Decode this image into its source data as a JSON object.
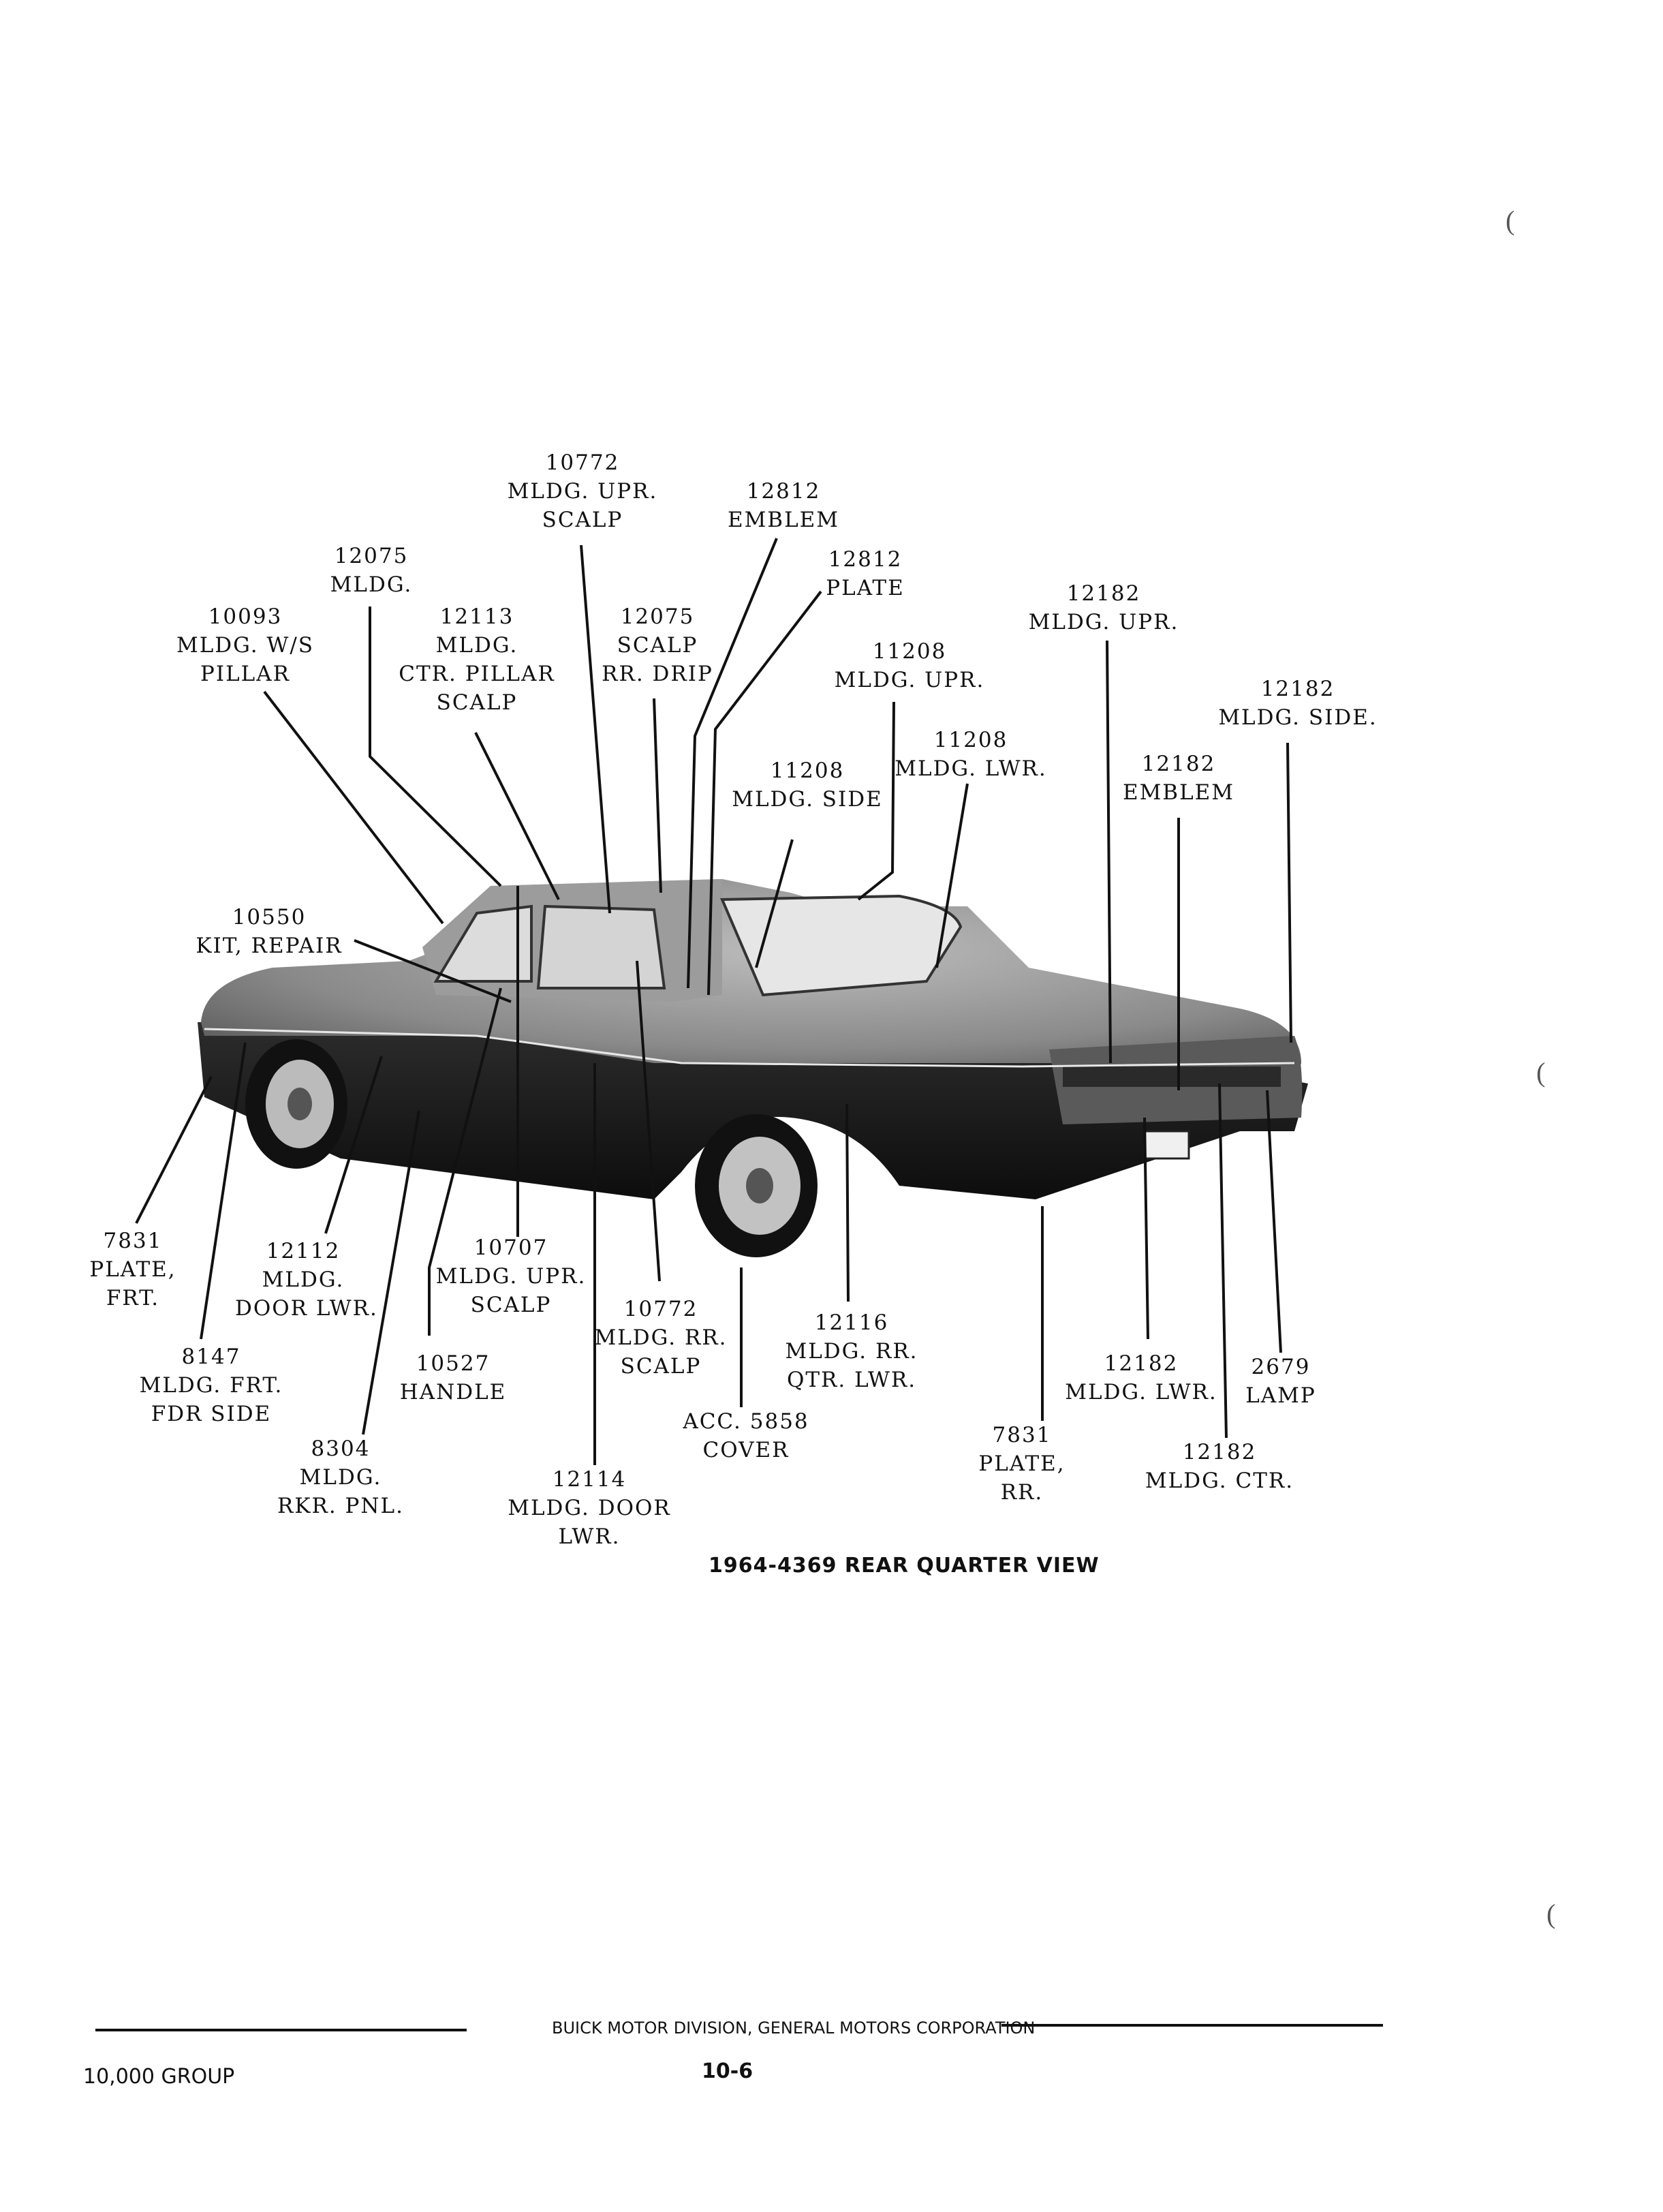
{
  "figure": {
    "caption": "1964-4369 REAR QUARTER VIEW",
    "callouts": [
      {
        "id": "c10772a",
        "lines": [
          "10772",
          "MLDG. UPR.",
          "SCALP"
        ]
      },
      {
        "id": "c12812e",
        "lines": [
          "12812",
          "EMBLEM"
        ]
      },
      {
        "id": "c12075m",
        "lines": [
          "12075",
          "MLDG."
        ]
      },
      {
        "id": "c12812p",
        "lines": [
          "12812",
          "PLATE"
        ]
      },
      {
        "id": "c10093",
        "lines": [
          "10093",
          "MLDG. W/S",
          "PILLAR"
        ]
      },
      {
        "id": "c12113",
        "lines": [
          "12113",
          "MLDG.",
          "CTR. PILLAR",
          "SCALP"
        ]
      },
      {
        "id": "c12075s",
        "lines": [
          "12075",
          "SCALP",
          "RR. DRIP"
        ]
      },
      {
        "id": "c12182u",
        "lines": [
          "12182",
          "MLDG. UPR."
        ]
      },
      {
        "id": "c11208u",
        "lines": [
          "11208",
          "MLDG. UPR."
        ]
      },
      {
        "id": "c12182s",
        "lines": [
          "12182",
          "MLDG. SIDE."
        ]
      },
      {
        "id": "c11208l",
        "lines": [
          "11208",
          "MLDG. LWR."
        ]
      },
      {
        "id": "c11208s",
        "lines": [
          "11208",
          "MLDG. SIDE"
        ]
      },
      {
        "id": "c12182e",
        "lines": [
          "12182",
          "EMBLEM"
        ]
      },
      {
        "id": "c10550",
        "lines": [
          "10550",
          "KIT, REPAIR"
        ]
      },
      {
        "id": "c7831f",
        "lines": [
          "7831",
          "PLATE,",
          "FRT."
        ]
      },
      {
        "id": "c12112",
        "lines": [
          "12112",
          "MLDG.",
          "DOOR LWR."
        ]
      },
      {
        "id": "c10707",
        "lines": [
          "10707",
          "MLDG. UPR.",
          "SCALP"
        ]
      },
      {
        "id": "c10772r",
        "lines": [
          "10772",
          "MLDG. RR.",
          "SCALP"
        ]
      },
      {
        "id": "c12116",
        "lines": [
          "12116",
          "MLDG. RR.",
          "QTR. LWR."
        ]
      },
      {
        "id": "c8147",
        "lines": [
          "8147",
          "MLDG. FRT.",
          "FDR SIDE"
        ]
      },
      {
        "id": "c10527",
        "lines": [
          "10527",
          "HANDLE"
        ]
      },
      {
        "id": "c12182l",
        "lines": [
          "12182",
          "MLDG. LWR."
        ]
      },
      {
        "id": "c2679",
        "lines": [
          "2679",
          "LAMP"
        ]
      },
      {
        "id": "cacc5858",
        "lines": [
          "ACC. 5858",
          "COVER"
        ]
      },
      {
        "id": "c7831r",
        "lines": [
          "7831",
          "PLATE,",
          "RR."
        ]
      },
      {
        "id": "c8304",
        "lines": [
          "8304",
          "MLDG.",
          "RKR. PNL."
        ]
      },
      {
        "id": "c12114",
        "lines": [
          "12114",
          "MLDG. DOOR",
          "LWR."
        ]
      },
      {
        "id": "c12182c",
        "lines": [
          "12182",
          "MLDG. CTR."
        ]
      }
    ]
  },
  "footer": {
    "division": "BUICK MOTOR DIVISION, GENERAL MOTORS CORPORATION",
    "group": "10,000 GROUP",
    "page_number": "10-6"
  }
}
